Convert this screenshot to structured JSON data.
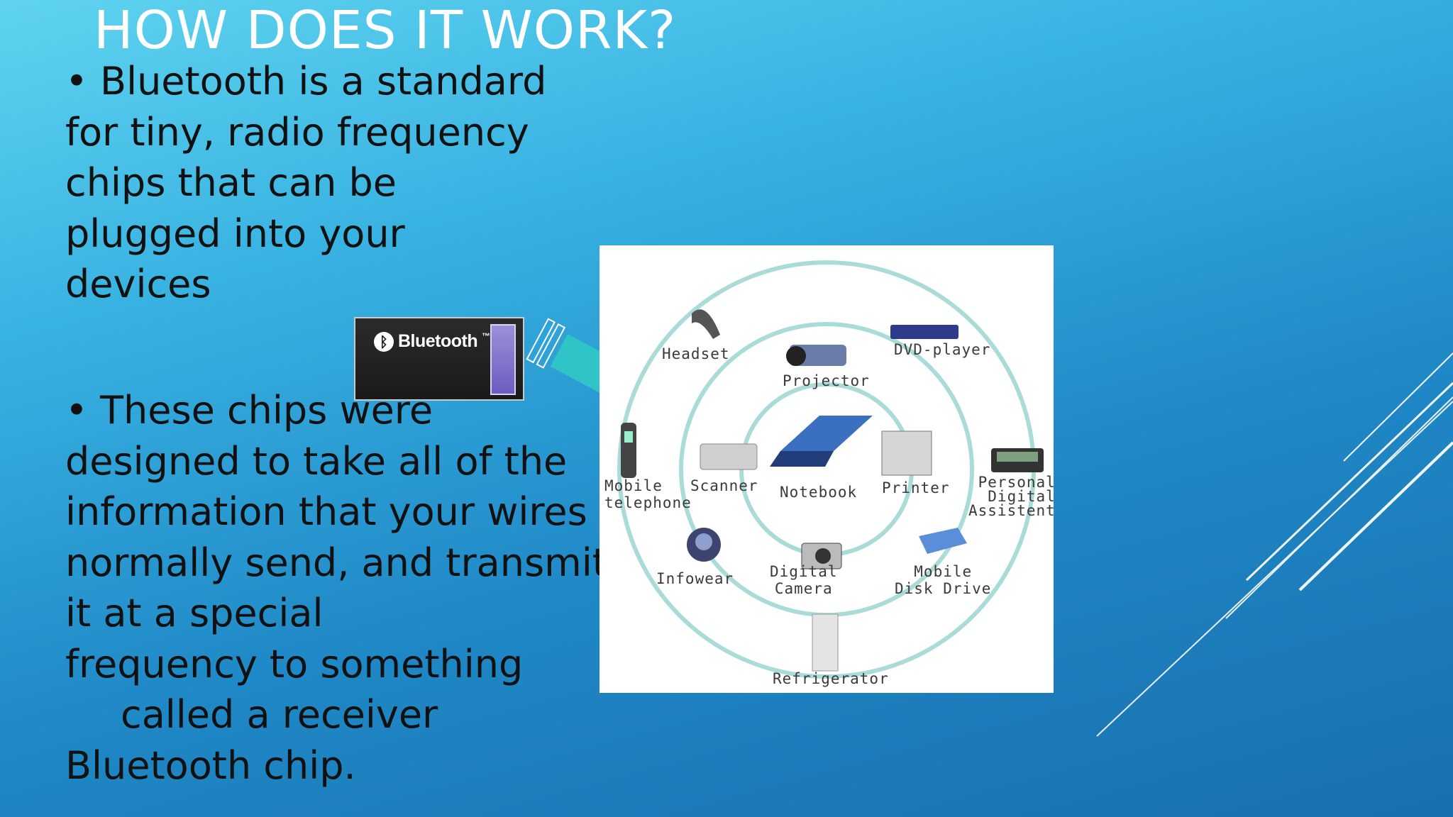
{
  "slide": {
    "title": "HOW DOES IT WORK?",
    "para1": {
      "lines": [
        "• Bluetooth is a standard",
        "for tiny, radio frequency",
        "chips that can be",
        "plugged into your",
        "devices"
      ]
    },
    "para2": {
      "lines": [
        "• These chips were",
        "designed to take all of the",
        "information that your wires",
        "normally send, and transmit",
        "it at a special",
        "frequency to something",
        "called a receiver",
        "Bluetooth chip."
      ]
    }
  },
  "card": {
    "brand": "Bluetooth",
    "tm": "™"
  },
  "diagram": {
    "labels": {
      "headset": "Headset",
      "dvd": "DVD-player",
      "projector": "Projector",
      "mobile_1": "Mobile",
      "mobile_2": "telephone",
      "scanner": "Scanner",
      "notebook": "Notebook",
      "printer": "Printer",
      "pda_1": "Personal",
      "pda_2": "Digital",
      "pda_3": "Assistent",
      "infowear": "Infowear",
      "camera_1": "Digital",
      "camera_2": "Camera",
      "disk_1": "Mobile",
      "disk_2": "Disk Drive",
      "fridge": "Refrigerator"
    },
    "colors": {
      "rings": "#a9dcd8",
      "arrow": "#2fc4c6"
    }
  }
}
